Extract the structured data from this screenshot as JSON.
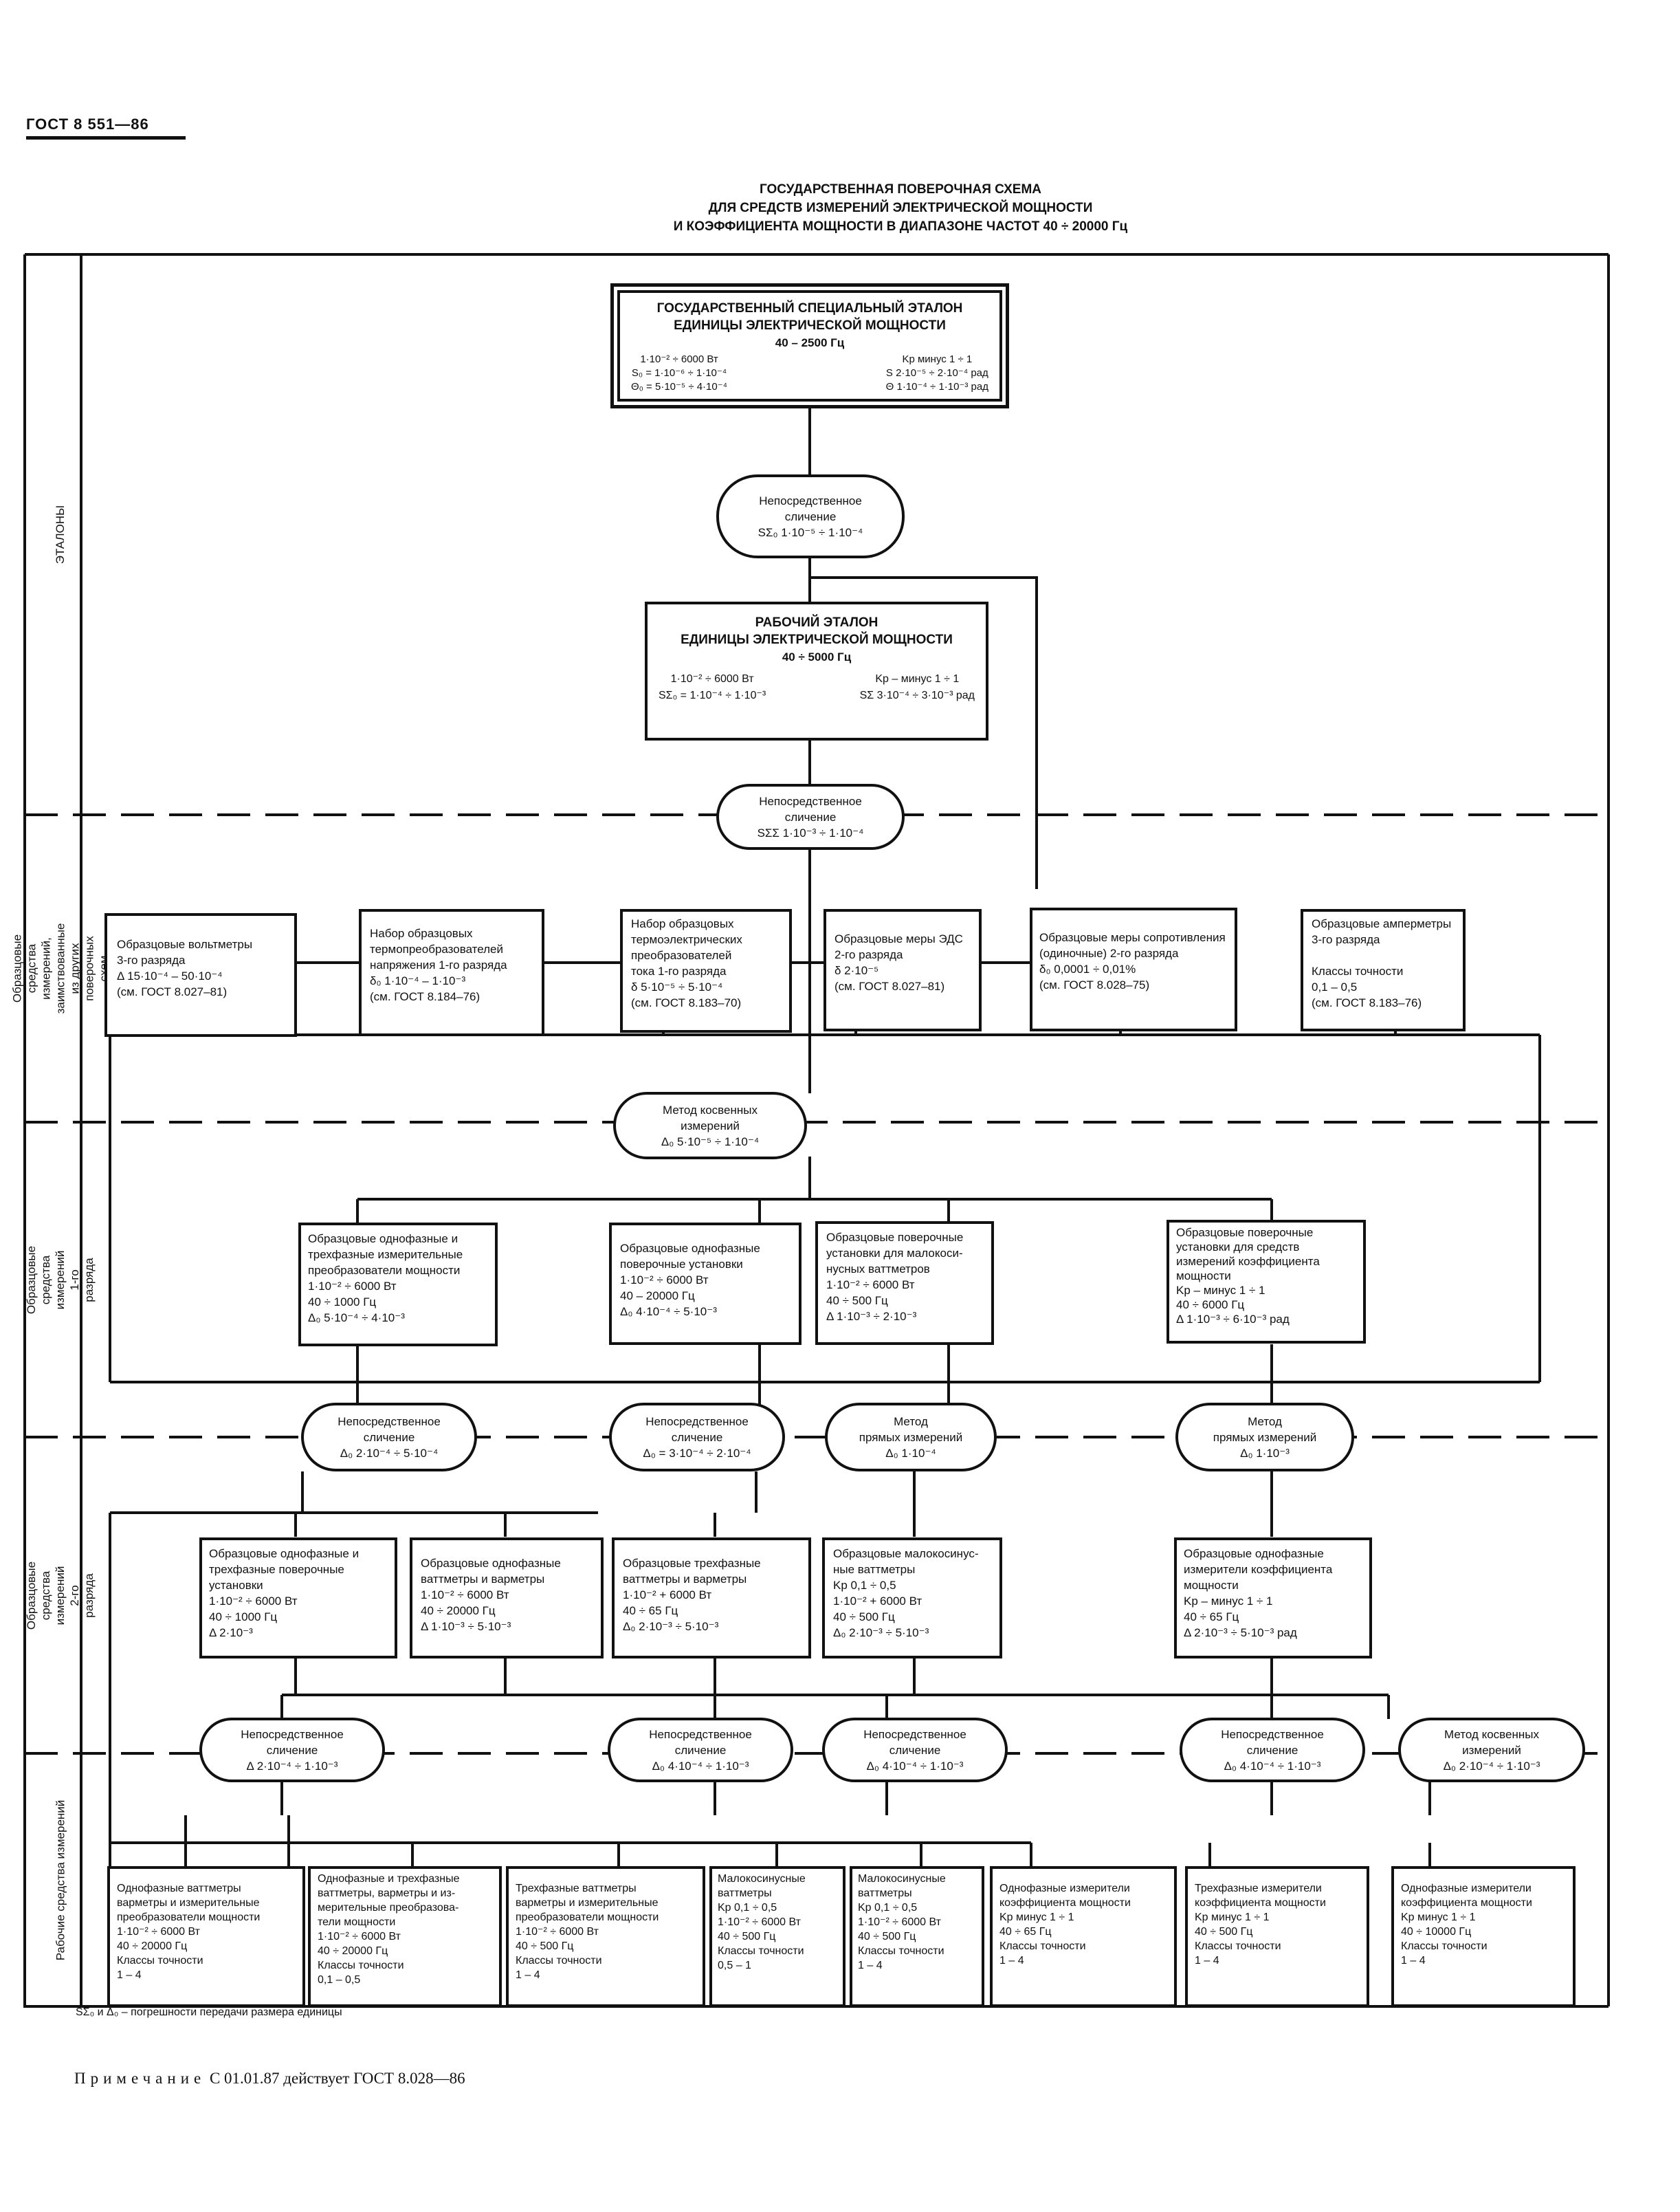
{
  "document": {
    "id": "ГОСТ 8 551—86",
    "title_lines": [
      "ГОСУДАРСТВЕННАЯ ПОВЕРОЧНАЯ СХЕМА",
      "ДЛЯ СРЕДСТВ ИЗМЕРЕНИЙ ЭЛЕКТРИЧЕСКОЙ МОЩНОСТИ",
      "И КОЭФФИЦИЕНТА МОЩНОСТИ В ДИАПАЗОНЕ ЧАСТОТ 40 ÷ 20000 Гц"
    ]
  },
  "levels": [
    "ЭТАЛОНЫ",
    "Образцовые средства измерений, заимствованные из других поверочных схем",
    "Образцовые средства измерений 1-го разряда",
    "Образцовые средства измерений 2-го разряда",
    "Рабочие средства измерений"
  ],
  "standards": {
    "state": {
      "title": [
        "ГОСУДАРСТВЕННЫЙ СПЕЦИАЛЬНЫЙ ЭТАЛОН",
        "ЕДИНИЦЫ ЭЛЕКТРИЧЕСКОЙ МОЩНОСТИ",
        "40 – 2500 Гц"
      ],
      "left": [
        "1·10⁻² ÷ 6000 Вт",
        "S₀ = 1·10⁻⁶ ÷ 1·10⁻⁴",
        "Θ₀ = 5·10⁻⁵ ÷ 4·10⁻⁴"
      ],
      "right": [
        "Kp  минус 1 ÷ 1",
        "S  2·10⁻⁵ ÷ 2·10⁻⁴ рад",
        "Θ  1·10⁻⁴ ÷ 1·10⁻³ рад"
      ]
    },
    "method1": [
      "Непосредственное",
      "сличение",
      "SΣ₀  1·10⁻⁵ ÷ 1·10⁻⁴"
    ],
    "working": {
      "title": [
        "РАБОЧИЙ ЭТАЛОН",
        "ЕДИНИЦЫ ЭЛЕКТРИЧЕСКОЙ МОЩНОСТИ",
        "40 ÷ 5000 Гц"
      ],
      "left": [
        "1·10⁻² ÷ 6000 Вт",
        "SΣ₀ = 1·10⁻⁴ ÷ 1·10⁻³"
      ],
      "right": [
        "Kp – минус 1 ÷ 1",
        "SΣ  3·10⁻⁴ ÷ 3·10⁻³ рад"
      ]
    },
    "method2": [
      "Непосредственное",
      "сличение",
      "SΣΣ  1·10⁻³ ÷ 1·10⁻⁴"
    ]
  },
  "borrowed": [
    [
      "Образцовые вольтметры",
      "3-го разряда",
      "Δ  15·10⁻⁴ – 50·10⁻⁴",
      "(см. ГОСТ 8.027–81)"
    ],
    [
      "Набор образцовых",
      "термопреобразователей",
      "напряжения 1-го разряда",
      "δ₀  1·10⁻⁴ – 1·10⁻³",
      "(см. ГОСТ 8.184–76)"
    ],
    [
      "Набор образцовых",
      "термоэлектрических",
      "преобразователей",
      "тока 1-го разряда",
      "δ  5·10⁻⁵ ÷ 5·10⁻⁴",
      "(см. ГОСТ 8.183–70)"
    ],
    [
      "Образцовые меры ЭДС",
      "2-го разряда",
      "δ  2·10⁻⁵",
      "(см. ГОСТ 8.027–81)"
    ],
    [
      "Образцовые меры сопротивления",
      "(одиночные) 2-го разряда",
      "δ₀  0,0001 ÷ 0,01%",
      "(см. ГОСТ 8.028–75)"
    ],
    [
      "Образцовые амперметры",
      "3-го разряда",
      "",
      "Классы точности",
      "0,1 – 0,5",
      "(см. ГОСТ 8.183–76)"
    ]
  ],
  "method_indirect": [
    "Метод косвенных",
    "измерений",
    "Δ₀  5·10⁻⁵ ÷ 1·10⁻⁴"
  ],
  "rank1": [
    [
      "Образцовые однофазные и",
      "трехфазные измерительные",
      "преобразователи мощности",
      "1·10⁻² ÷ 6000 Вт",
      "40 ÷ 1000 Гц",
      "Δ₀  5·10⁻⁴ ÷ 4·10⁻³"
    ],
    [
      "Образцовые однофазные",
      "поверочные установки",
      "1·10⁻² ÷ 6000 Вт",
      "40 – 20000 Гц",
      "Δ₀  4·10⁻⁴ ÷ 5·10⁻³"
    ],
    [
      "Образцовые поверочные",
      "установки для малокоси-",
      "нусных ваттметров",
      "1·10⁻² ÷ 6000 Вт",
      "40 ÷ 500 Гц",
      "Δ  1·10⁻³ ÷ 2·10⁻³"
    ],
    [
      "Образцовые поверочные",
      "установки для средств",
      "измерений коэффициента",
      "мощности",
      "Kp – минус 1 ÷ 1",
      "40 ÷ 6000 Гц",
      "Δ  1·10⁻³ ÷ 6·10⁻³ рад"
    ]
  ],
  "methods_r1": [
    [
      "Непосредственное",
      "сличение",
      "Δ₀  2·10⁻⁴ ÷ 5·10⁻⁴"
    ],
    [
      "Непосредственное",
      "сличение",
      "Δ₀ = 3·10⁻⁴ ÷ 2·10⁻⁴"
    ],
    [
      "Метод",
      "прямых измерений",
      "Δ₀  1·10⁻⁴"
    ],
    [
      "Метод",
      "прямых измерений",
      "Δ₀  1·10⁻³"
    ]
  ],
  "rank2": [
    [
      "Образцовые однофазные и",
      "трехфазные поверочные",
      "установки",
      "1·10⁻² ÷ 6000 Вт",
      "40 ÷ 1000 Гц",
      "Δ  2·10⁻³"
    ],
    [
      "Образцовые однофазные",
      "ваттметры и варметры",
      "1·10⁻² ÷ 6000 Вт",
      "40 ÷ 20000 Гц",
      "Δ  1·10⁻³ ÷ 5·10⁻³"
    ],
    [
      "Образцовые трехфазные",
      "ваттметры и варметры",
      "1·10⁻² + 6000 Вт",
      "40 ÷ 65 Гц",
      "Δ₀  2·10⁻³ ÷ 5·10⁻³"
    ],
    [
      "Образцовые малокосинус-",
      "ные ваттметры",
      "Kp  0,1 ÷ 0,5",
      "1·10⁻² + 6000 Вт",
      "40 ÷ 500 Гц",
      "Δ₀  2·10⁻³ ÷ 5·10⁻³"
    ],
    [
      "Образцовые однофазные",
      "измерители коэффициента",
      "мощности",
      "Kp – минус 1 ÷ 1",
      "40 ÷ 65 Гц",
      "Δ  2·10⁻³ ÷ 5·10⁻³ рад"
    ]
  ],
  "methods_r2": [
    [
      "Непосредственное",
      "сличение",
      "Δ  2·10⁻⁴ ÷ 1·10⁻³"
    ],
    [
      "Непосредственное",
      "сличение",
      "Δ₀  4·10⁻⁴ ÷ 1·10⁻³"
    ],
    [
      "Непосредственное",
      "сличение",
      "Δ₀  4·10⁻⁴ ÷ 1·10⁻³"
    ],
    [
      "Непосредственное",
      "сличение",
      "Δ₀  4·10⁻⁴ ÷ 1·10⁻³"
    ],
    [
      "Метод косвенных",
      "измерений",
      "Δ₀  2·10⁻⁴ ÷ 1·10⁻³"
    ]
  ],
  "working": [
    [
      "Однофазные ваттметры",
      "варметры и измерительные",
      "преобразователи мощности",
      "1·10⁻² ÷ 6000 Вт",
      "40 ÷ 20000 Гц",
      "Классы точности",
      "1 – 4"
    ],
    [
      "Однофазные и трехфазные",
      "ваттметры, варметры и из-",
      "мерительные преобразова-",
      "тели мощности",
      "1·10⁻² ÷ 6000 Вт",
      "40 ÷ 20000 Гц",
      "Классы точности",
      "0,1 – 0,5"
    ],
    [
      "Трехфазные ваттметры",
      "варметры и измерительные",
      "преобразователи мощности",
      "1·10⁻² ÷ 6000 Вт",
      "40 ÷ 500 Гц",
      "Классы точности",
      "1 – 4"
    ],
    [
      "Малокосинусные",
      "ваттметры",
      "Kp  0,1 ÷ 0,5",
      "1·10⁻² ÷ 6000 Вт",
      "40 ÷ 500 Гц",
      "Классы точности",
      "0,5 – 1"
    ],
    [
      "Малокосинусные",
      "ваттметры",
      "Kp  0,1 ÷ 0,5",
      "1·10⁻² ÷ 6000 Вт",
      "40 ÷ 500 Гц",
      "Классы точности",
      "1 – 4"
    ],
    [
      "Однофазные измерители",
      "коэффициента мощности",
      "Kp  минус 1 ÷ 1",
      "40 ÷ 65 Гц",
      "Классы точности",
      "1 – 4"
    ],
    [
      "Трехфазные измерители",
      "коэффициента мощности",
      "Kp  минус 1 ÷ 1",
      "40 ÷ 500 Гц",
      "Классы точности",
      "1 – 4"
    ],
    [
      "Однофазные измерители",
      "коэффициента мощности",
      "Kp  минус 1 ÷ 1",
      "40 ÷ 10000 Гц",
      "Классы точности",
      "1 – 4"
    ]
  ],
  "legend": "SΣ₀ и Δ₀ – погрешности передачи размера единицы",
  "note": {
    "label": "Примечание",
    "text": "С 01.01.87 действует ГОСТ 8.028—86"
  }
}
